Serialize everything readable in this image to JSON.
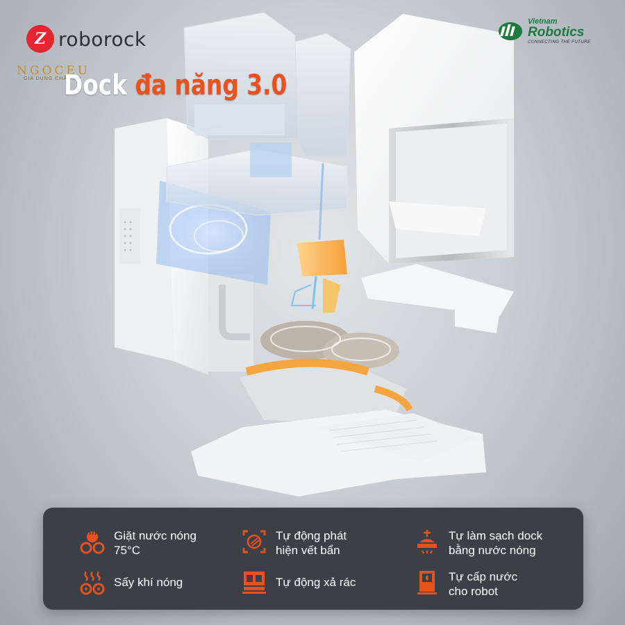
{
  "branding": {
    "roborock_mark": "Z",
    "roborock_word": "roborock",
    "dealer_name": "NGOCEU",
    "dealer_tagline": "GIA DỤNG CHÂU ÂU",
    "partner_line1": "Vietnam",
    "partner_line2": "Robotics",
    "partner_tagline": "CONNECTING THE FUTURE"
  },
  "headline": {
    "part1": "Dock",
    "part2": "đa năng 3.0"
  },
  "colors": {
    "accent": "#e8521f",
    "panel_bg": "#3c4046",
    "brand_red": "#e3262f",
    "partner_green": "#1d7a3e"
  },
  "features": [
    {
      "icon": "hot-water-wash-icon",
      "line1": "Giặt nước nóng",
      "line2": "75°C"
    },
    {
      "icon": "dirt-detect-icon",
      "line1": "Tự động phát",
      "line2": "hiện vết bẩn"
    },
    {
      "icon": "self-clean-dock-icon",
      "line1": "Tự làm sạch dock",
      "line2": "bằng nước nóng"
    },
    {
      "icon": "hot-air-dry-icon",
      "line1": "Sấy khí nóng",
      "line2": ""
    },
    {
      "icon": "auto-empty-icon",
      "line1": "Tự động xả rác",
      "line2": ""
    },
    {
      "icon": "water-refill-icon",
      "line1": "Tự cấp nước",
      "line2": "cho robot"
    }
  ]
}
